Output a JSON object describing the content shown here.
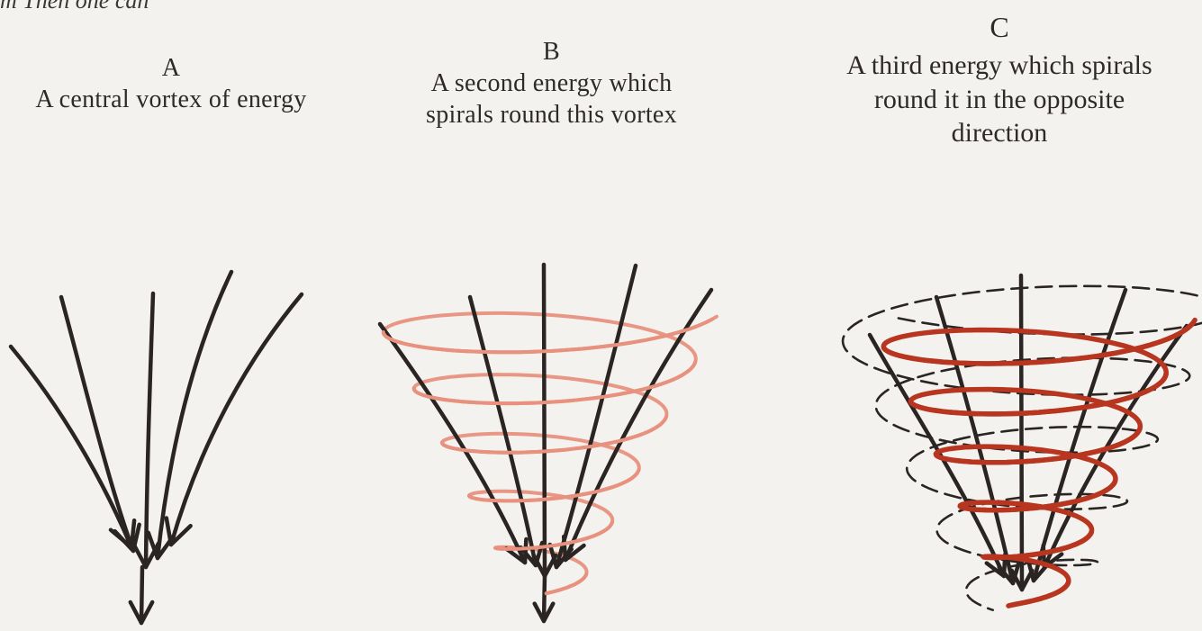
{
  "fragment_text": "m  Then one can",
  "panels": [
    {
      "letter": "A",
      "caption": "A central vortex of energy"
    },
    {
      "letter": "B",
      "caption": "A second energy which\nspirals round this vortex"
    },
    {
      "letter": "C",
      "caption": "A third energy which spirals\nround it in the opposite\ndirection"
    }
  ],
  "colors": {
    "arrow": "#2a2422",
    "spiral_b": "#e8917e",
    "spiral_c": "#b8361f",
    "dashed": "#2a2422"
  }
}
